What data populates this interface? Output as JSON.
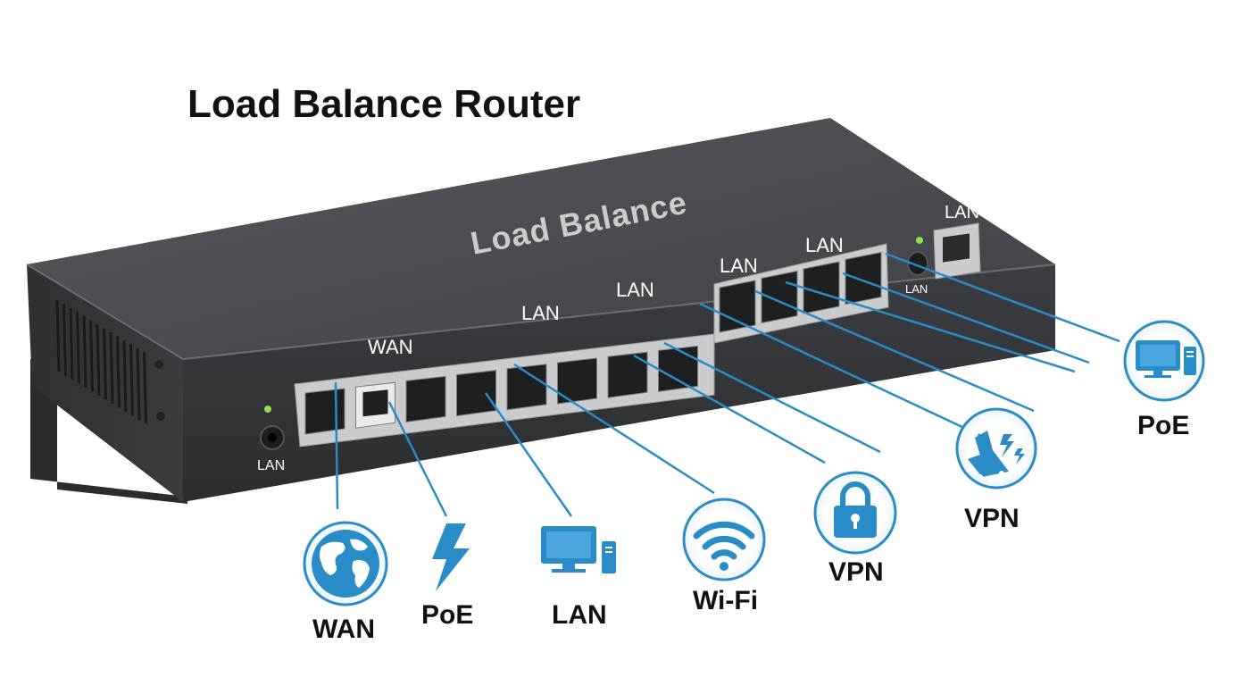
{
  "title": "Load Balance Router",
  "device": {
    "brand_text": "Load Balance",
    "port_labels": [
      "WAN",
      "LAN",
      "LAN",
      "LAN",
      "LAN",
      "LAN"
    ],
    "left_jack_label": "LAN",
    "right_jack_label": "LAN",
    "sfp_label": "LAN"
  },
  "callouts": [
    {
      "label": "WAN",
      "icon": "globe-icon"
    },
    {
      "label": "PoE",
      "icon": "lightning-bolt-icon"
    },
    {
      "label": "LAN",
      "icon": "desktop-computer-icon"
    },
    {
      "label": "Wi-Fi",
      "icon": "wifi-icon"
    },
    {
      "label": "VPN",
      "icon": "padlock-icon"
    },
    {
      "label": "VPN",
      "icon": "network-devices-icon"
    },
    {
      "label": "PoE",
      "icon": "desktop-computer-icon"
    }
  ],
  "colors": {
    "accent": "#2a8cc6",
    "router_body": "#3a3d40",
    "router_top": "#4a4d51"
  }
}
